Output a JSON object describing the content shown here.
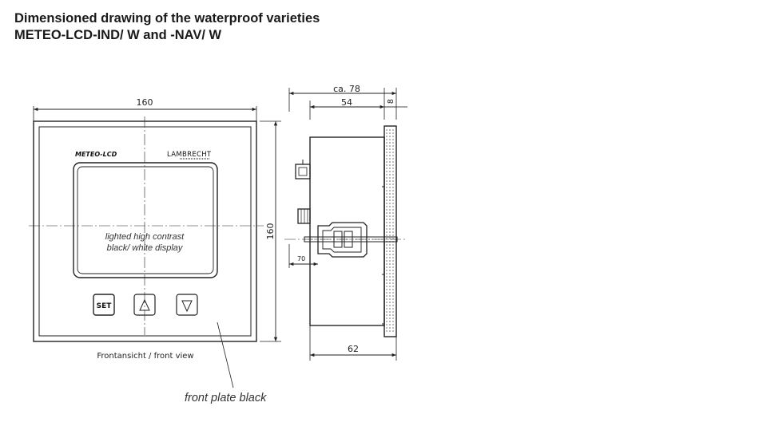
{
  "title_line1": "Dimensioned drawing of the waterproof varieties",
  "title_line2": "METEO-LCD-IND/ W and -NAV/ W",
  "front_view": {
    "width_dim": "160",
    "height_dim": "160",
    "brand_left": "METEO-LCD",
    "brand_right": "LAMBRECHT",
    "display_line1": "lighted high contrast",
    "display_line2": "black/ white display",
    "button_set": "SET",
    "caption": "Frontansicht / front view",
    "callout": "front plate black"
  },
  "side_view": {
    "dim_total": "ca. 78",
    "dim_body": "54",
    "dim_plate": "8",
    "dim_bracket": "70",
    "dim_bottom": "62"
  }
}
